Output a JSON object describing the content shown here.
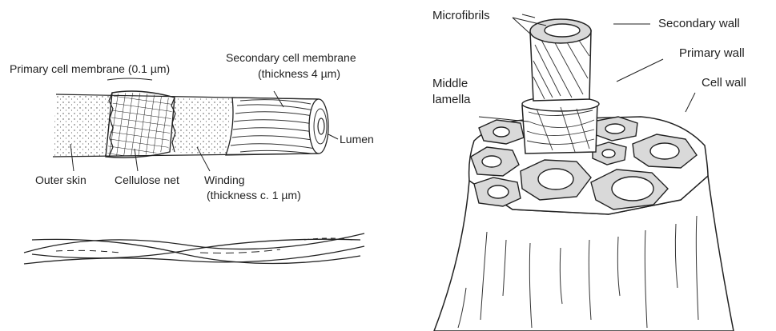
{
  "left_figure": {
    "labels": {
      "primary_membrane": "Primary cell membrane (0.1 µm)",
      "secondary_membrane_line1": "Secondary cell membrane",
      "secondary_membrane_line2": "(thickness 4 µm)",
      "lumen": "Lumen",
      "outer_skin": "Outer skin",
      "cellulose_net": "Cellulose net",
      "winding_line1": "Winding",
      "winding_line2": "(thickness c. 1 µm)"
    }
  },
  "right_figure": {
    "labels": {
      "microfibrils": "Microfibrils",
      "secondary_wall": "Secondary wall",
      "primary_wall": "Primary wall",
      "cell_wall": "Cell wall",
      "middle_lamella_line1": "Middle",
      "middle_lamella_line2": "lamella"
    }
  },
  "colors": {
    "ink": "#222222",
    "cell_fill": "#d9d9d9",
    "background": "#ffffff"
  }
}
